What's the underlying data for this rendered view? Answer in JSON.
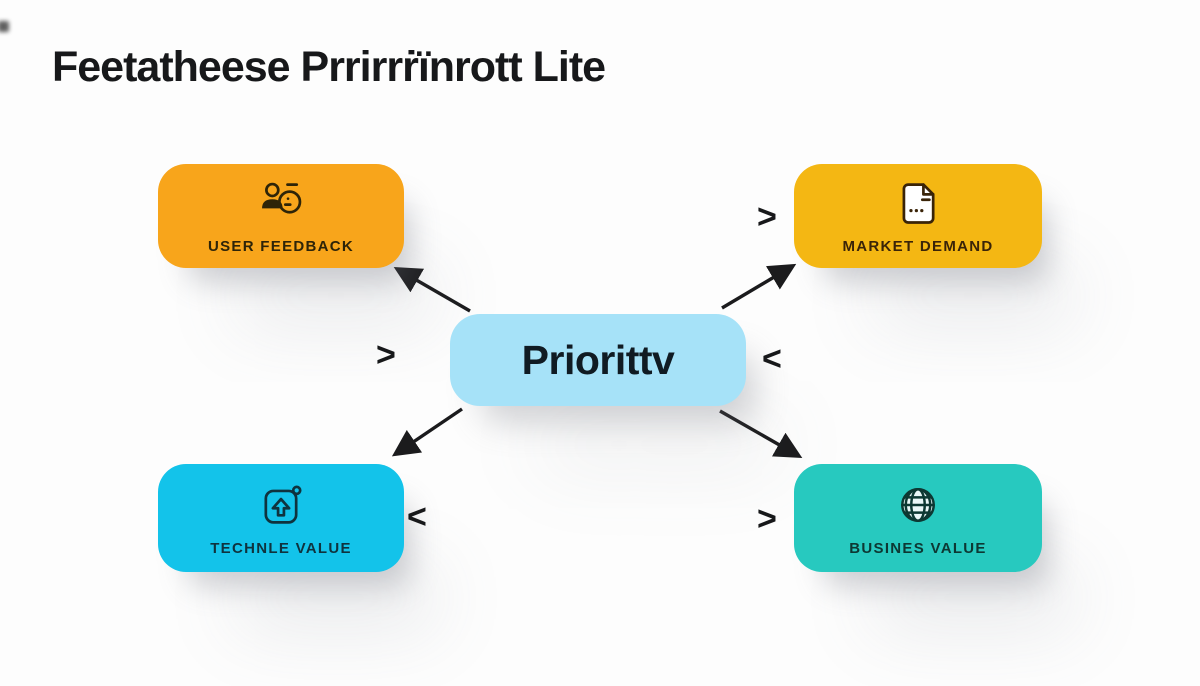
{
  "title": "Feetatheese Prrirrṙïnrott Lite",
  "colors": {
    "orange": "#F8A51B",
    "gold": "#F4B713",
    "cyan": "#13C3EA",
    "teal": "#27C9BF",
    "light_blue": "#A6E2F8",
    "ink": "#17181A"
  },
  "center": {
    "label": "Priorittv",
    "color": "#A6E2F8"
  },
  "nodes": [
    {
      "id": "user-feedback",
      "label": "USER FEEDBACK",
      "icon": "user-feedback-icon",
      "color": "#F8A51B",
      "ink": "#2E2408",
      "position": "top-left"
    },
    {
      "id": "market-demand",
      "label": "MARKET DEMAND",
      "icon": "document-icon",
      "color": "#F4B713",
      "ink": "#3A2408",
      "position": "top-right"
    },
    {
      "id": "technical-value",
      "label": "TECHNLE VALUE",
      "icon": "arrow-up-box-icon",
      "color": "#13C3EA",
      "ink": "#0F333E",
      "position": "bottom-left"
    },
    {
      "id": "business-value",
      "label": "BUSINES VALUE",
      "icon": "globe-icon",
      "color": "#27C9BF",
      "ink": "#0D3833",
      "position": "bottom-right"
    }
  ],
  "chevrons": [
    {
      "glyph": ">",
      "position": "left-of-center"
    },
    {
      "glyph": "<",
      "position": "right-of-center"
    },
    {
      "glyph": ">",
      "position": "left-of-market-demand"
    },
    {
      "glyph": "<",
      "position": "right-of-technical-value"
    },
    {
      "glyph": ">",
      "position": "left-of-business-value"
    }
  ],
  "connections": [
    {
      "from": "priority",
      "to": "user-feedback"
    },
    {
      "from": "priority",
      "to": "market-demand"
    },
    {
      "from": "priority",
      "to": "technical-value"
    },
    {
      "from": "priority",
      "to": "business-value"
    }
  ]
}
